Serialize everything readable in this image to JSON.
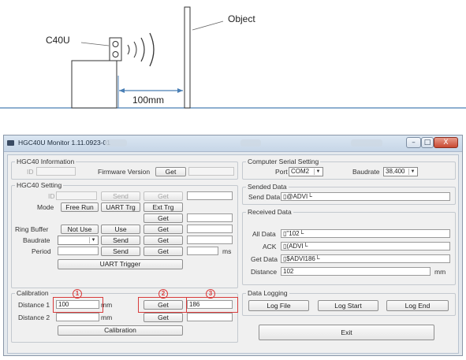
{
  "diagram": {
    "sensor_label": "C40U",
    "object_label": "Object",
    "distance_label": "100mm"
  },
  "window": {
    "title": "HGC40U Monitor 1.11.0923-01",
    "minimize": "–",
    "maximize": "□",
    "close": "X"
  },
  "info": {
    "legend": "HGC40 Information",
    "id_label": "ID",
    "firmware_label": "Firmware Version",
    "get_label": "Get"
  },
  "setting": {
    "legend": "HGC40 Setting",
    "id_label": "ID",
    "send_label": "Send",
    "get_label": "Get",
    "mode_label": "Mode",
    "free_run": "Free Run",
    "uart_trg": "UART Trg",
    "ext_trg": "Ext Trg",
    "ring_buffer_label": "Ring Buffer",
    "not_use": "Not Use",
    "use": "Use",
    "baudrate_label": "Baudrate",
    "period_label": "Period",
    "period_unit": "ms",
    "uart_trigger": "UART Trigger"
  },
  "calibration": {
    "legend": "Calibration",
    "distance1_label": "Distance 1",
    "distance1_value": "100",
    "distance2_label": "Distance 2",
    "unit": "mm",
    "get_label": "Get",
    "result1": "186",
    "calibration_button": "Calibration"
  },
  "serial": {
    "legend": "Computer Serial Setting",
    "port_label": "Port",
    "port_value": "COM2",
    "baudrate_label": "Baudrate",
    "baudrate_value": "38,400"
  },
  "sended": {
    "legend": "Sended Data",
    "send_data_label": "Send Data",
    "send_data_value": "▯@ADVI└"
  },
  "received": {
    "legend": "Received Data",
    "all_data_label": "All Data",
    "all_data_value": "▯\"102└",
    "ack_label": "ACK",
    "ack_value": "▯(ADVI└",
    "get_data_label": "Get Data",
    "get_data_value": "▯$ADVI186└",
    "distance_label": "Distance",
    "distance_value": "102",
    "distance_unit": "mm"
  },
  "logging": {
    "legend": "Data Logging",
    "log_file": "Log File",
    "log_start": "Log Start",
    "log_end": "Log End"
  },
  "exit_label": "Exit",
  "annotations": {
    "one": "1",
    "two": "2",
    "three": "3"
  }
}
